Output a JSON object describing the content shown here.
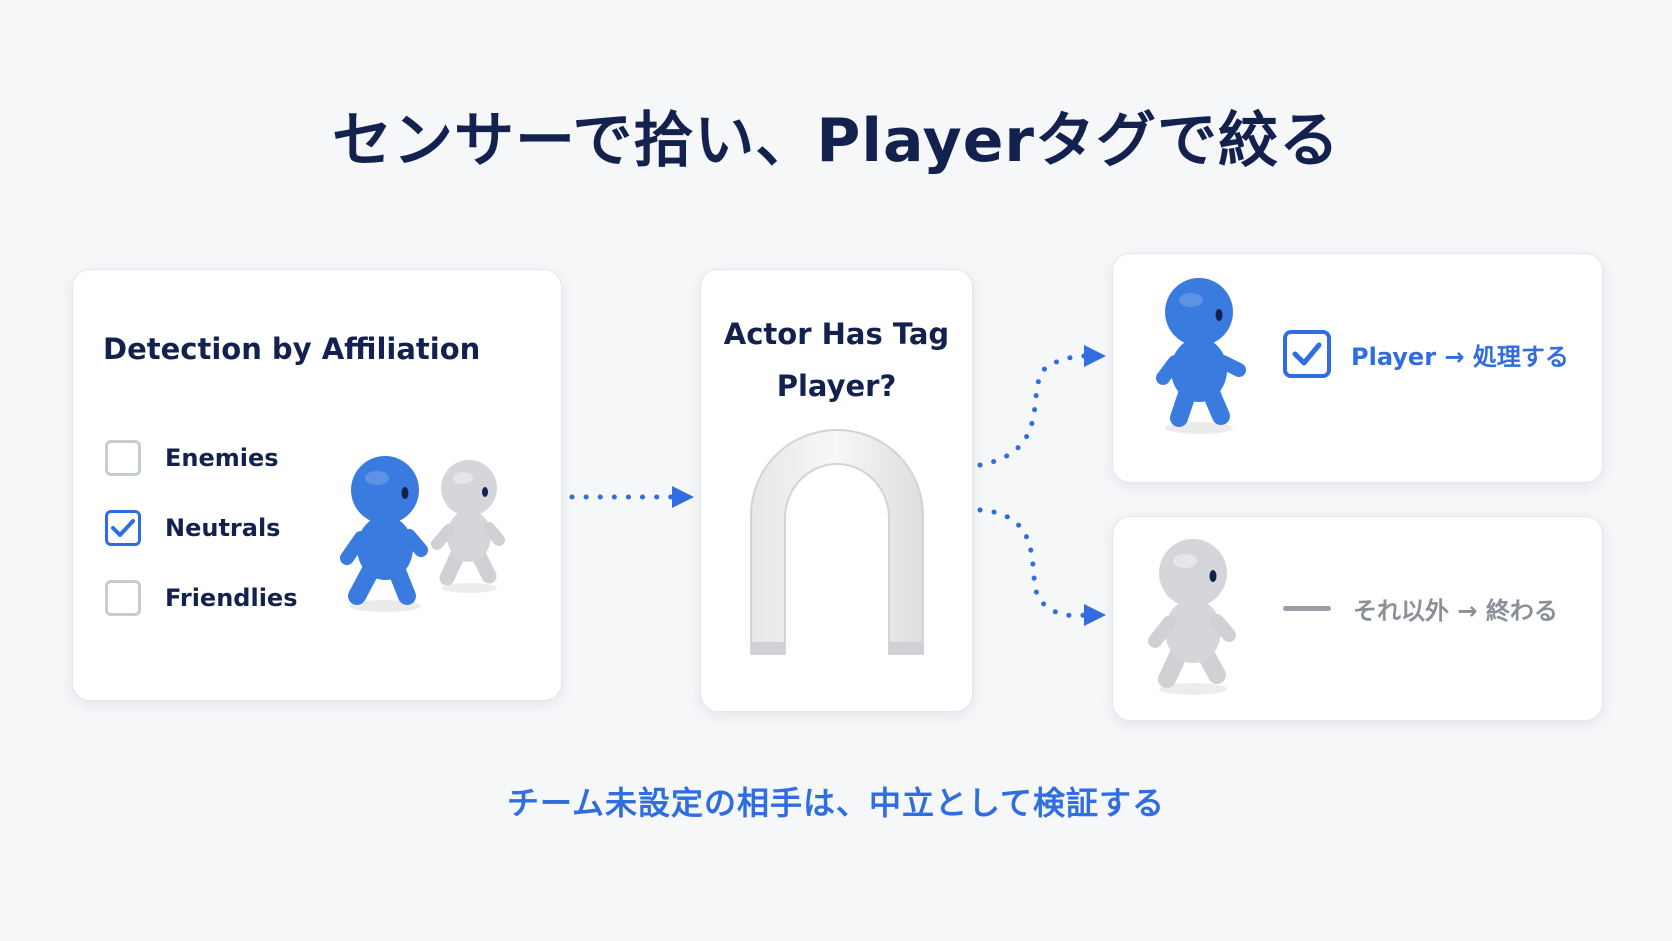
{
  "title": "センサーで拾い、Playerタグで絞る",
  "affiliation": {
    "heading": "Detection by Affiliation",
    "options": [
      {
        "label": "Enemies",
        "checked": false
      },
      {
        "label": "Neutrals",
        "checked": true
      },
      {
        "label": "Friendlies",
        "checked": false
      }
    ]
  },
  "tag_check": {
    "line1": "Actor Has Tag",
    "line2": "Player?"
  },
  "results": {
    "player": {
      "label": "Player → 処理する",
      "checked": true
    },
    "other": {
      "label": "それ以外 → 終わる"
    }
  },
  "footer": "チーム未設定の相手は、中立として検証する",
  "colors": {
    "accent": "#2f6de0",
    "title": "#12214d",
    "figure_blue": "#3a7be0",
    "figure_gray": "#cfd1d4",
    "muted_text": "#8a8f98"
  }
}
